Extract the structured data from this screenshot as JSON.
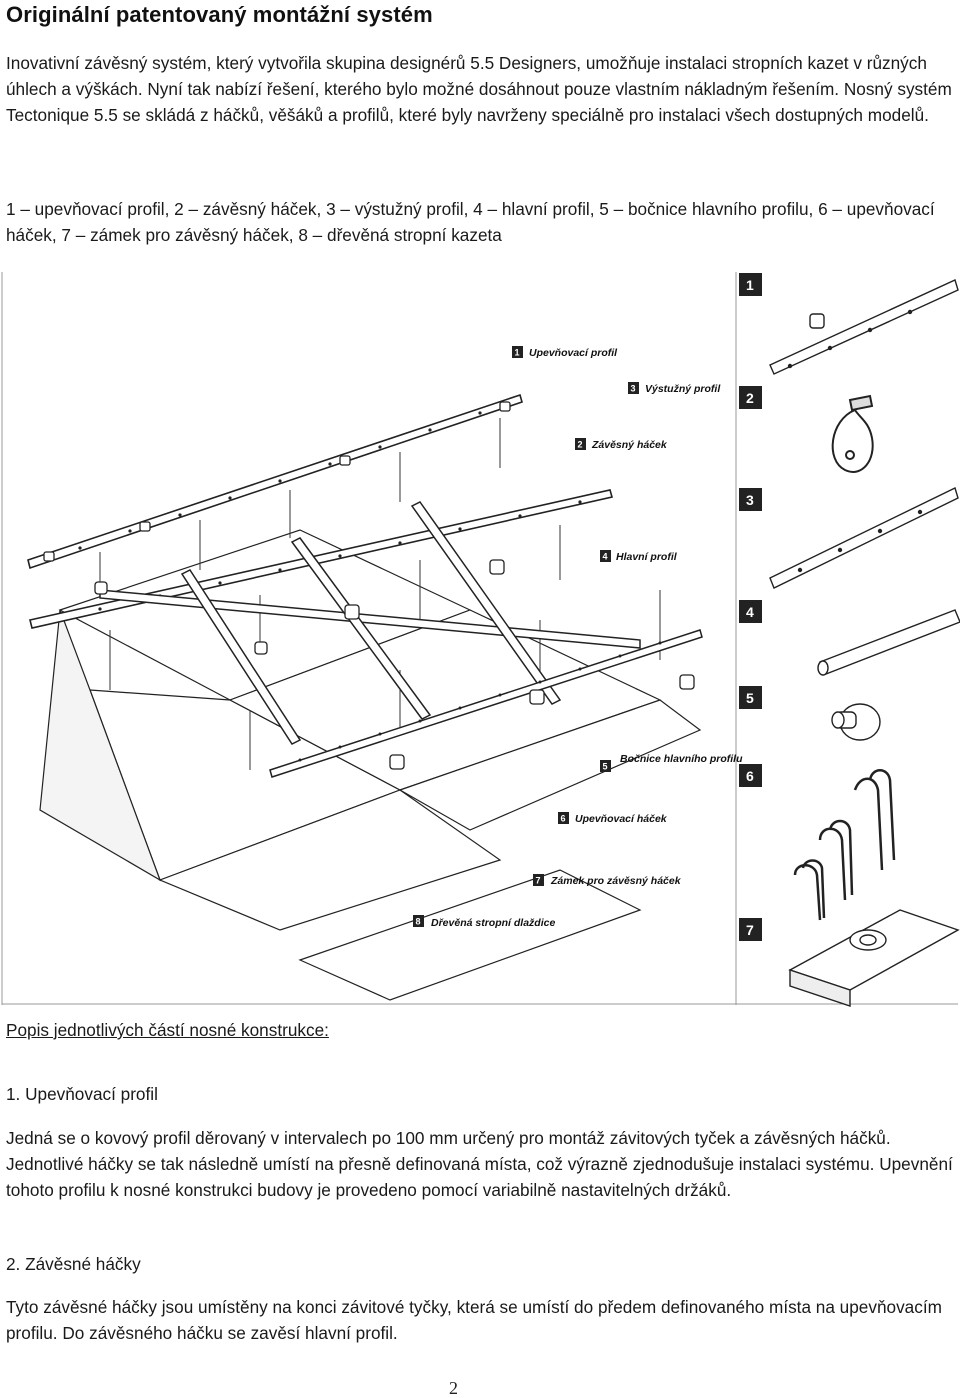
{
  "title": "Originální patentovaný montážní systém",
  "intro": "Inovativní závěsný systém, který vytvořila skupina designérů 5.5 Designers, umožňuje instalaci stropních kazet v různých úhlech a výškách. Nyní tak nabízí řešení, kterého bylo možné dosáhnout pouze vlastním nákladným řešením. Nosný systém Tectonique 5.5 se skládá z háčků, věšáků a profilů, které byly navrženy speciálně pro instalaci všech dostupných modelů.",
  "legend": "1 – upevňovací profil, 2 – závěsný háček, 3 – výstužný profil, 4 – hlavní profil, 5 – bočnice hlavního profilu, 6 – upevňovací háček, 7 – zámek pro závěsný háček, 8 – dřevěná stropní kazeta",
  "figure": {
    "callouts": [
      {
        "num": "1",
        "label": "Upevňovací profil"
      },
      {
        "num": "3",
        "label": "Výstužný profil"
      },
      {
        "num": "2",
        "label": "Závěsný háček"
      },
      {
        "num": "4",
        "label": "Hlavní profil"
      },
      {
        "num": "5",
        "label": "Bočnice hlavního profilu"
      },
      {
        "num": "6",
        "label": "Upevňovací háček"
      },
      {
        "num": "7",
        "label": "Zámek pro závěsný háček"
      },
      {
        "num": "8",
        "label": "Dřevěná stropní dlaždice"
      }
    ],
    "side_numbers": [
      "1",
      "2",
      "3",
      "4",
      "5",
      "6",
      "7"
    ]
  },
  "section_heading": "Popis jednotlivých částí nosné konstrukce:",
  "items": [
    {
      "title": "1. Upevňovací profil",
      "body": "Jedná se o kovový profil děrovaný v intervalech po 100 mm určený pro montáž závitových tyček a závěsných háčků. Jednotlivé háčky se tak následně umístí na přesně definovaná místa, což výrazně zjednodušuje instalaci systému. Upevnění tohoto profilu k nosné konstrukci budovy je provedeno pomocí variabilně nastavitelných držáků."
    },
    {
      "title": "2. Závěsné háčky",
      "body": "Tyto závěsné háčky jsou umístěny na konci závitové tyčky, která se umístí do předem definovaného místa na upevňovacím profilu. Do závěsného háčku se zavěsí hlavní profil."
    }
  ],
  "page_number": "2"
}
